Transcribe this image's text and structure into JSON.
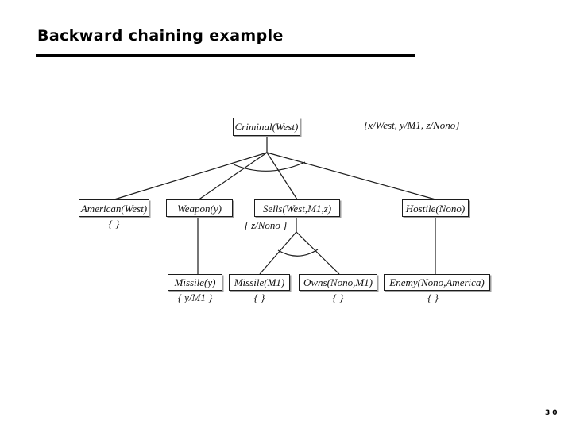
{
  "slide": {
    "title": "Backward chaining example",
    "page_number": "30"
  },
  "tree": {
    "root_binding": "{x/West, y/M1, z/Nono}",
    "nodes": {
      "criminal": {
        "label": "Criminal(West)"
      },
      "american": {
        "label": "American(West)",
        "substitution": "{ }"
      },
      "weapon": {
        "label": "Weapon(y)"
      },
      "sells": {
        "label": "Sells(West,M1,z)",
        "substitution": "{ z/Nono }"
      },
      "hostile": {
        "label": "Hostile(Nono)"
      },
      "missile_y": {
        "label": "Missile(y)",
        "substitution": "{ y/M1 }"
      },
      "missile_m1": {
        "label": "Missile(M1)",
        "substitution": "{ }"
      },
      "owns": {
        "label": "Owns(Nono,M1)",
        "substitution": "{ }"
      },
      "enemy": {
        "label": "Enemy(Nono,America)",
        "substitution": "{ }"
      }
    },
    "edges": [
      "Criminal(West) -> AND[American(West), Weapon(y), Sells(West,M1,z), Hostile(Nono)]",
      "Weapon(y) -> Missile(y)",
      "Sells(West,M1,z) -> AND[Missile(M1), Owns(Nono,M1)]",
      "Hostile(Nono) -> Enemy(Nono,America)"
    ]
  },
  "colors": {
    "background": "#ffffff",
    "line": "#1c1c1c",
    "text": "#111111",
    "box_shadow": "#9f9f9f"
  }
}
